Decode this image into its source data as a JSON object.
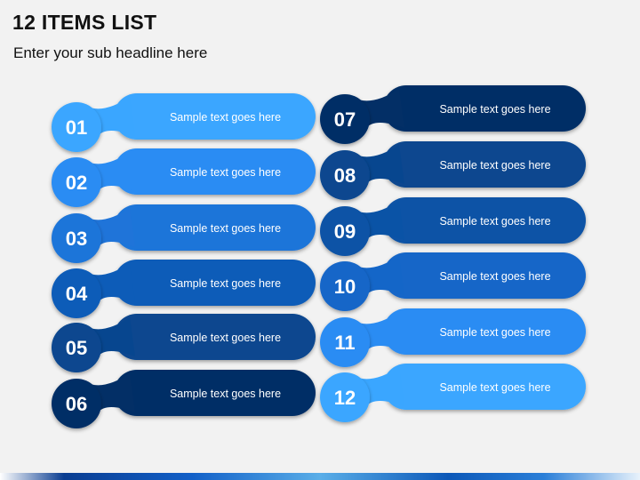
{
  "header": {
    "title": "12 ITEMS LIST",
    "subtitle": "Enter your sub headline here"
  },
  "items": [
    {
      "number": "01",
      "text": "Sample text goes here",
      "color": "#3aa6ff"
    },
    {
      "number": "02",
      "text": "Sample text goes here",
      "color": "#2a8cf3"
    },
    {
      "number": "03",
      "text": "Sample text goes here",
      "color": "#1f74d9"
    },
    {
      "number": "04",
      "text": "Sample text goes here",
      "color": "#0d5cb8"
    },
    {
      "number": "05",
      "text": "Sample text goes here",
      "color": "#07468f"
    },
    {
      "number": "06",
      "text": "Sample text goes here",
      "color": "#032f66"
    },
    {
      "number": "07",
      "text": "Sample text goes here",
      "color": "#032f66"
    },
    {
      "number": "08",
      "text": "Sample text goes here",
      "color": "#07468f"
    },
    {
      "number": "09",
      "text": "Sample text goes here",
      "color": "#0a53a6"
    },
    {
      "number": "10",
      "text": "Sample text goes here",
      "color": "#1466c8"
    },
    {
      "number": "11",
      "text": "Sample text goes here",
      "color": "#2a8cf3"
    },
    {
      "number": "12",
      "text": "Sample text goes here",
      "color": "#3aa6ff"
    }
  ]
}
